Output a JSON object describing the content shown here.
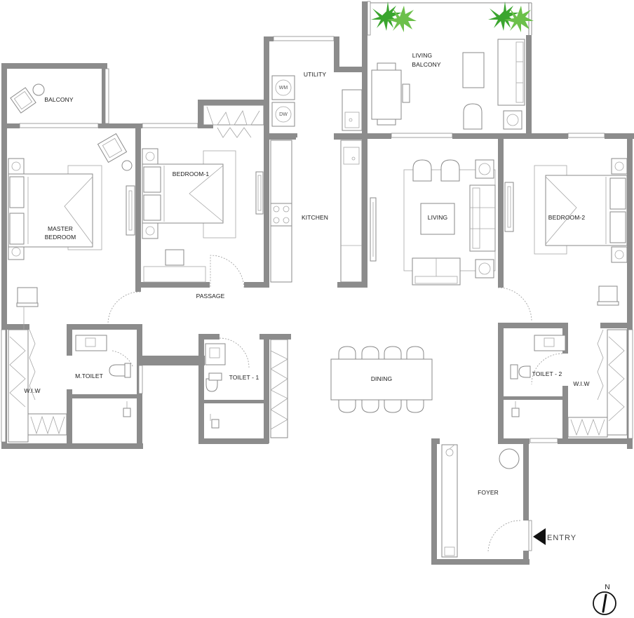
{
  "rooms": {
    "balcony": "BALCONY",
    "master_bedroom_line1": "MASTER",
    "master_bedroom_line2": "BEDROOM",
    "bedroom1": "BEDROOM-1",
    "utility": "UTILITY",
    "kitchen": "KITCHEN",
    "living_balcony_line1": "LIVING",
    "living_balcony_line2": "BALCONY",
    "living": "LIVING",
    "bedroom2": "BEDROOM-2",
    "passage": "PASSAGE",
    "wiw_left": "W.I.W",
    "master_toilet": "M.TOILET",
    "toilet1": "TOILET - 1",
    "dining": "DINING",
    "toilet2": "TOILET - 2",
    "wiw_right": "W.I.W",
    "foyer": "FOYER"
  },
  "appliances": {
    "washing_machine": "WM",
    "dishwasher": "DW"
  },
  "entry": "ENTRY",
  "compass": "N",
  "colors": {
    "wall": "#8c8c8c",
    "line": "#8a8a8a",
    "plant": "#3aa52e",
    "text": "#1a1a1a",
    "entry_arrow": "#111111"
  }
}
